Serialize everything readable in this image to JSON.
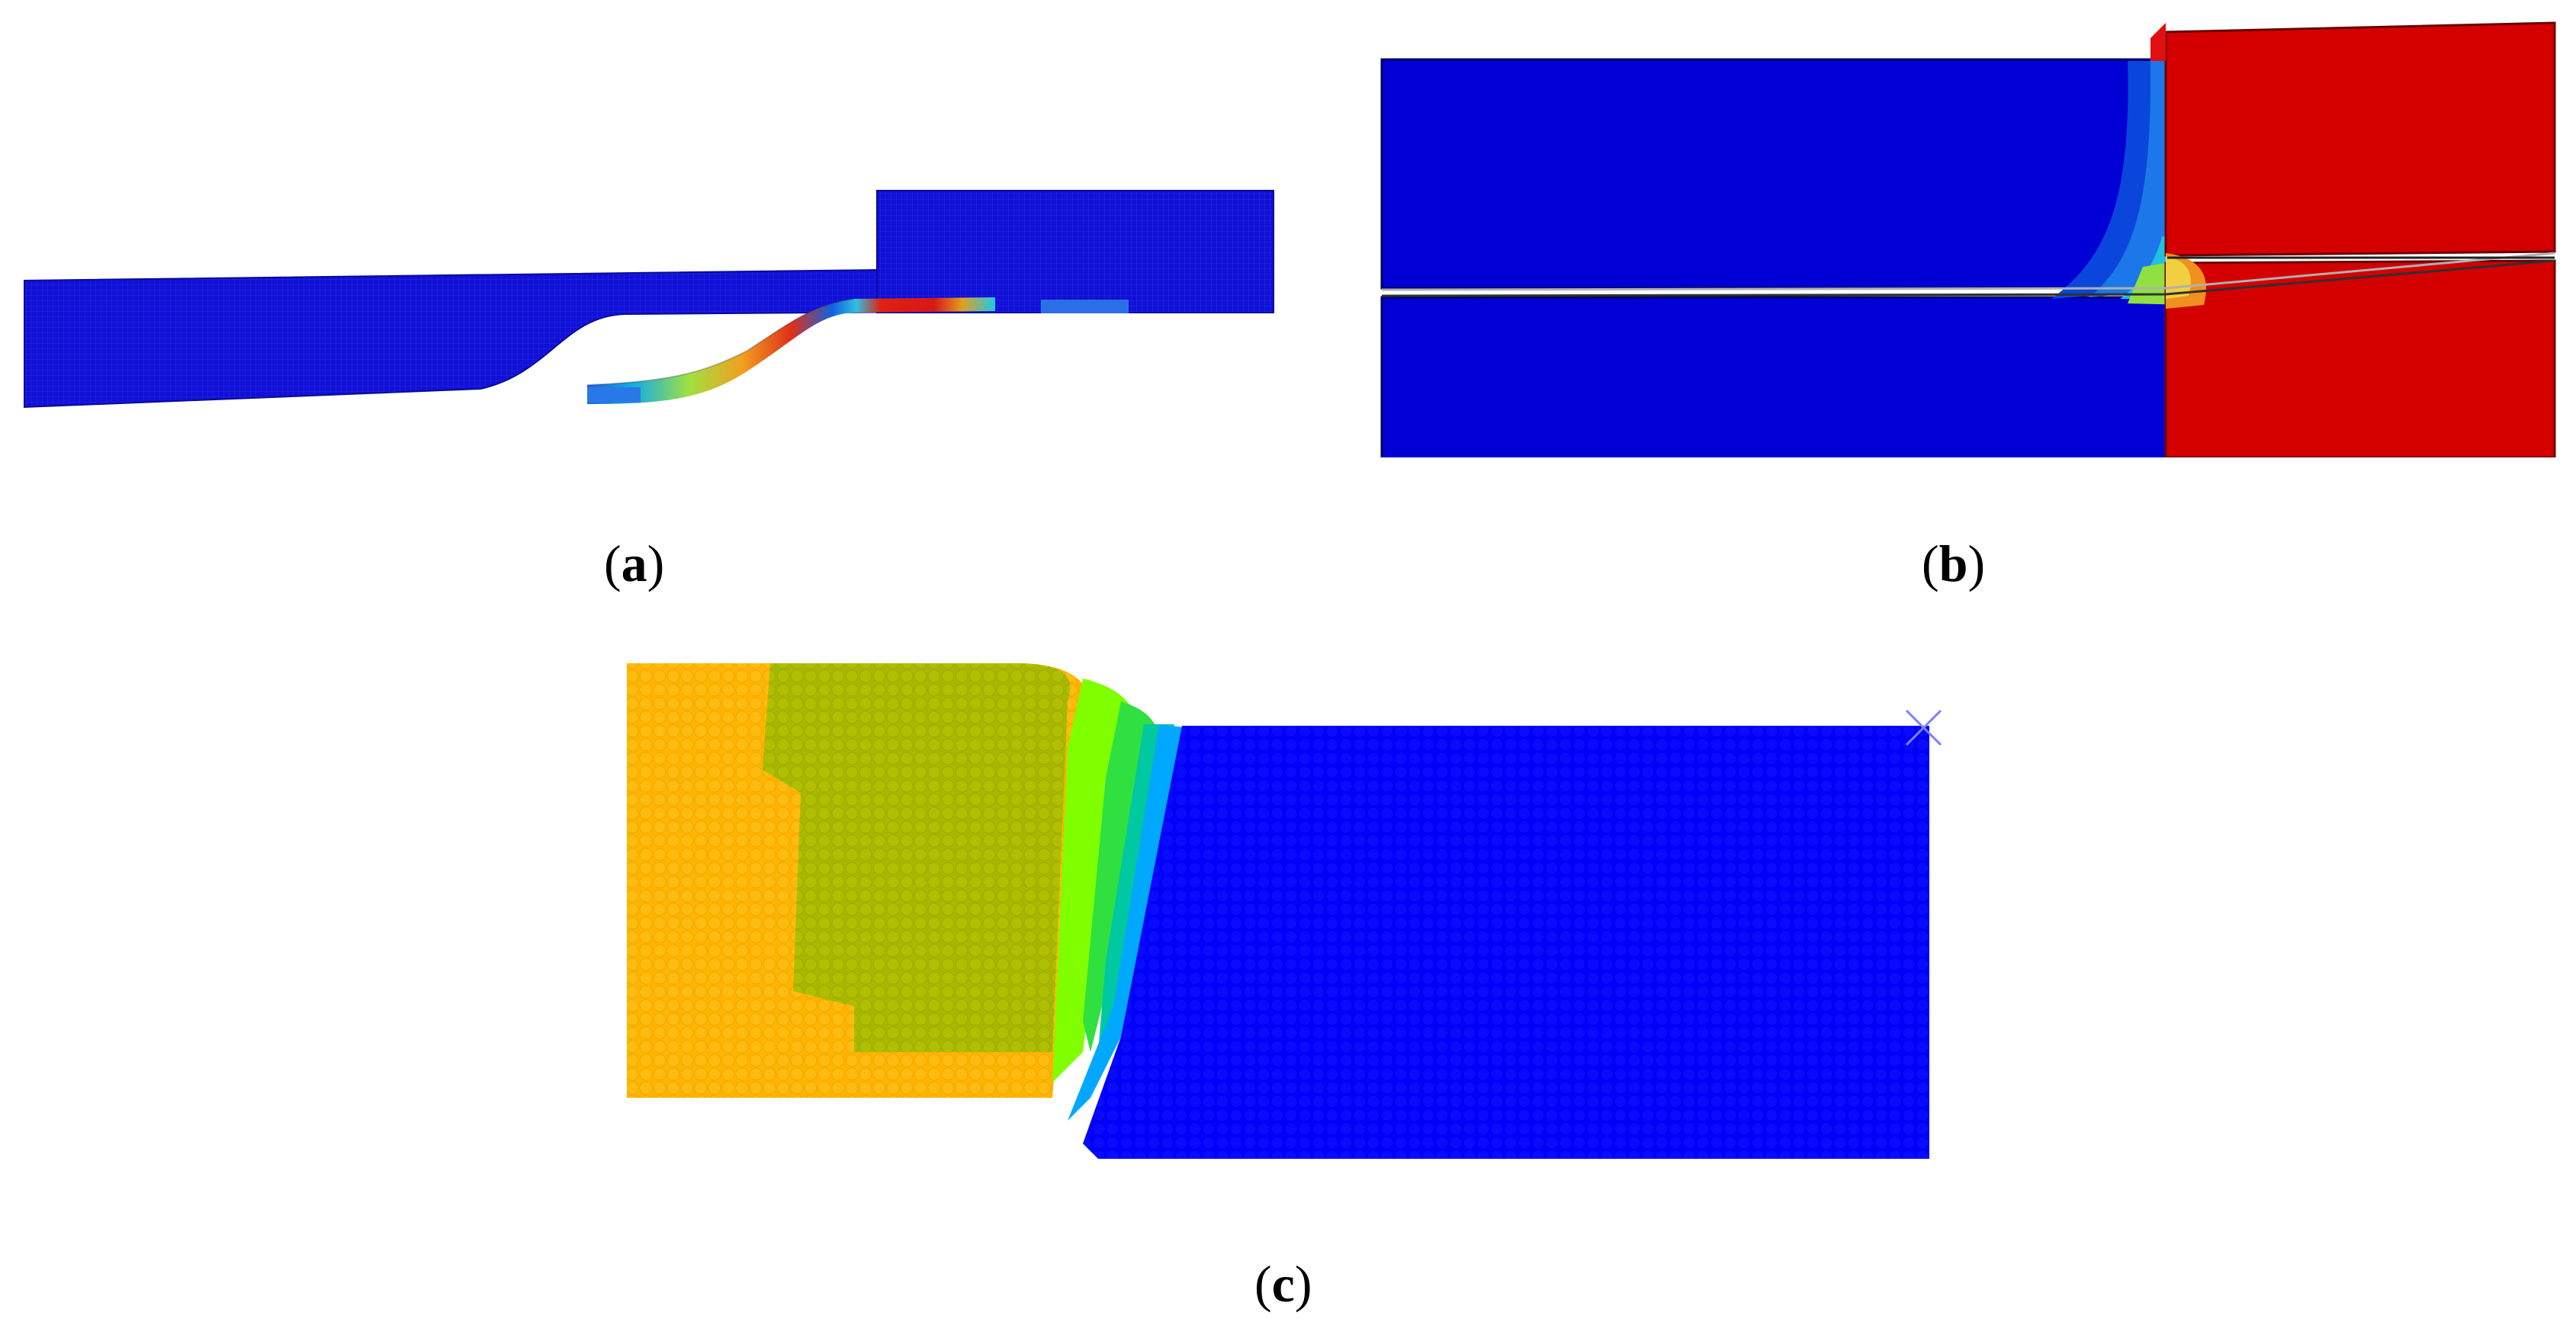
{
  "captions": {
    "a": {
      "open": "(",
      "letter": "a",
      "close": ")"
    },
    "b": {
      "open": "(",
      "letter": "b",
      "close": ")"
    },
    "c": {
      "open": "(",
      "letter": "c",
      "close": ")"
    }
  },
  "colors": {
    "background": "#ffffff",
    "deep_blue": "#0000d4",
    "mesh_blue": "#1a1ad9",
    "red": "#d40000",
    "orange": "#ffb400",
    "olive": "#a8b800",
    "particle_blue": "#0000ff",
    "light_green": "#7fff00",
    "cyan": "#00c8ff"
  }
}
